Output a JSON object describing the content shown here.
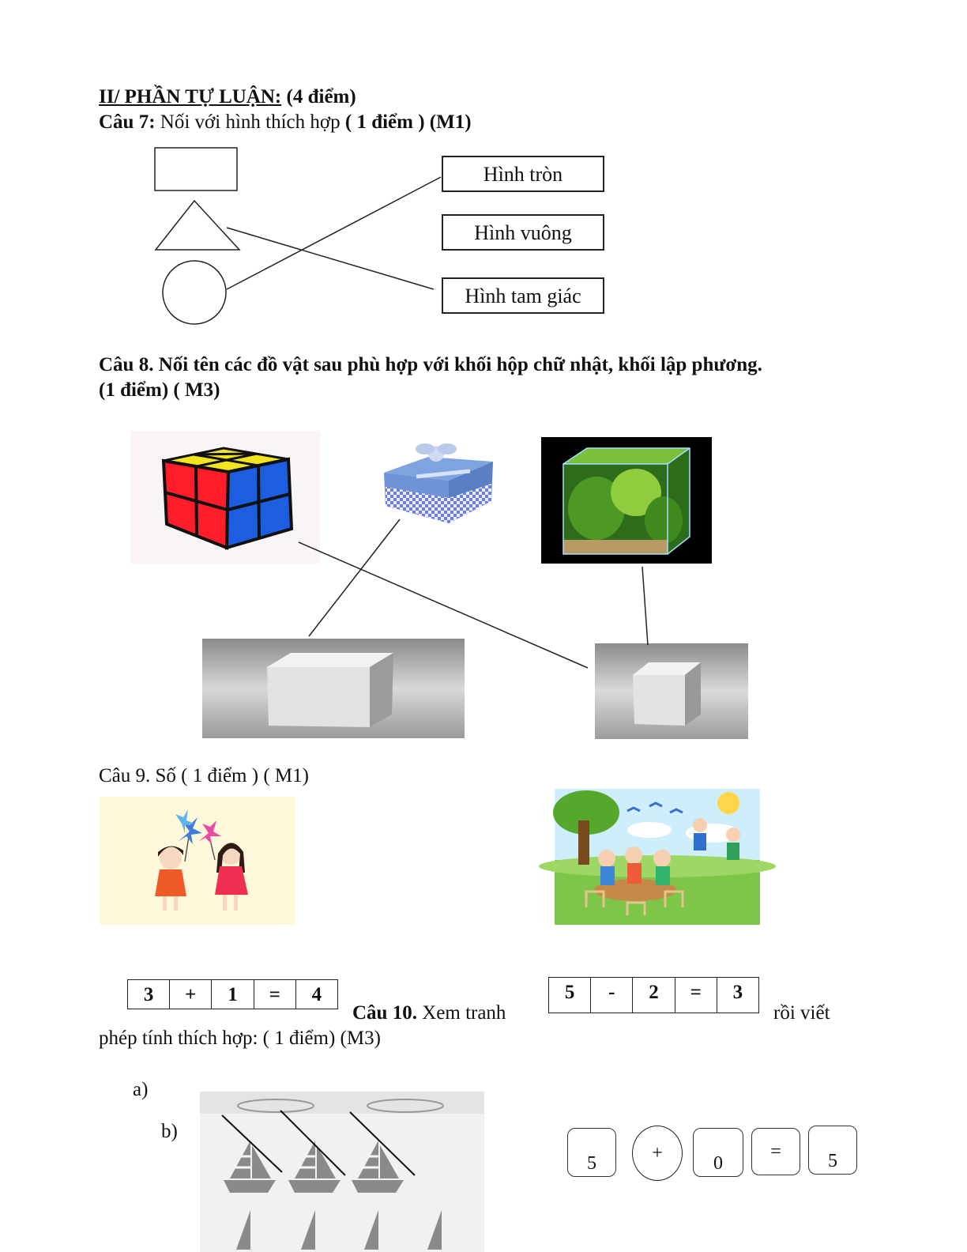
{
  "section": {
    "heading": "II/ PHẦN TỰ LUẬN:",
    "points": " (4 điểm)"
  },
  "q7": {
    "label": "Câu 7:",
    "text": " Nối với hình thích hợp ",
    "score": "( 1 điểm ) (M1)",
    "options": [
      "Hình tròn",
      "Hình vuông",
      "Hình tam giác"
    ]
  },
  "q8": {
    "line1": "Câu 8.  Nối tên các đồ vật sau phù hợp với  khối  hộp chữ nhật, khối lập phương.",
    "line2": "(1 điểm) ( M3)"
  },
  "q9": {
    "title": "Câu 9. Số ( 1 điểm ) ( M1)",
    "eq1": [
      "3",
      "+",
      "1",
      "=",
      "4"
    ],
    "eq2": [
      "5",
      "-",
      "2",
      "=",
      "3"
    ]
  },
  "q10": {
    "label": "Câu 10.",
    "text": " Xem tranh",
    "tail": "rồi viết",
    "line2": "phép tính thích hợp: ( 1 điểm) (M3)",
    "part_a": "a)",
    "part_b": "b)",
    "answer": [
      "5",
      "+",
      "0",
      "=",
      "5"
    ]
  }
}
